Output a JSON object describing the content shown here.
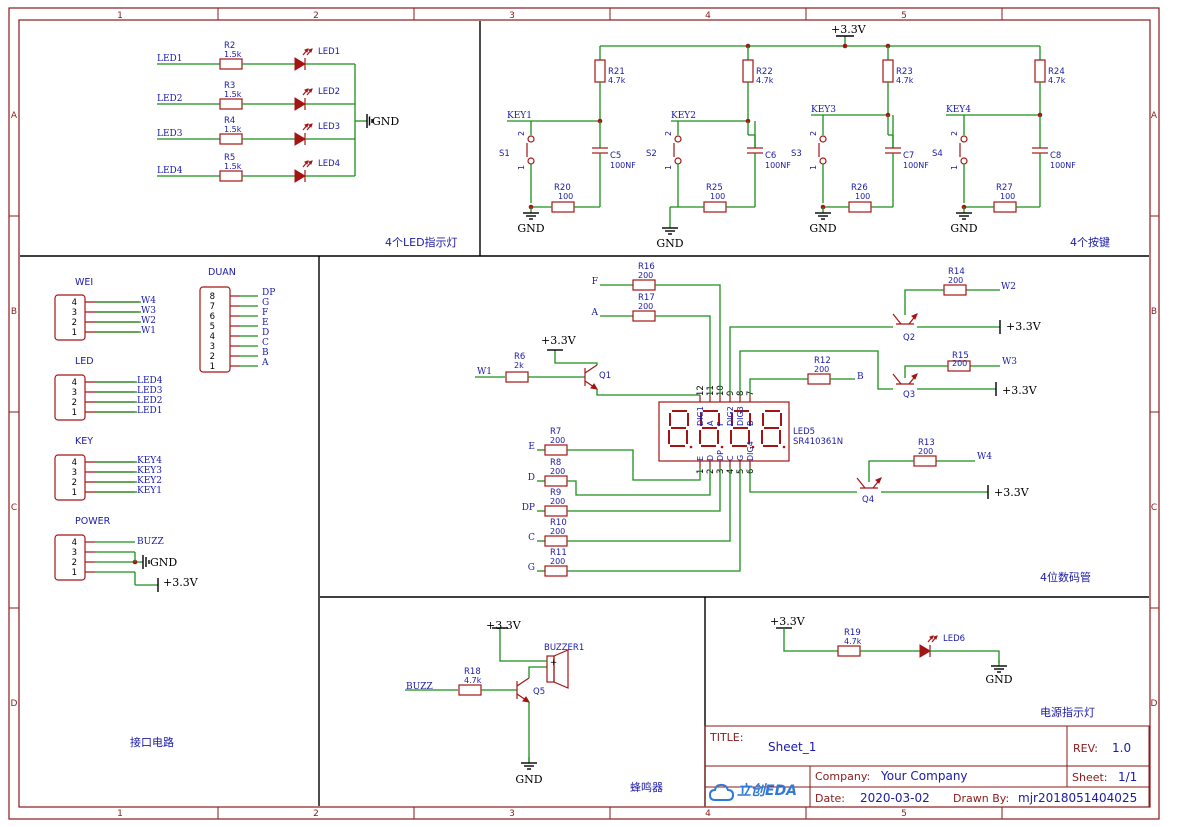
{
  "power": {
    "vcc": "+3.3V",
    "gnd": "GND"
  },
  "zones": {
    "cols": [
      "1",
      "2",
      "3",
      "4",
      "5"
    ],
    "rows": [
      "A",
      "B",
      "C",
      "D"
    ]
  },
  "sections": {
    "led": "4个LED指示灯",
    "keys": "4个按键",
    "display": "4位数码管",
    "interface": "接口电路",
    "buzzer": "蜂鸣器",
    "power_led": "电源指示灯"
  },
  "title_block": {
    "title_label": "TITLE:",
    "title": "Sheet_1",
    "rev_label": "REV:",
    "rev": "1.0",
    "company_label": "Company:",
    "company": "Your Company",
    "sheet_label": "Sheet:",
    "sheet": "1/1",
    "date_label": "Date:",
    "date": "2020-03-02",
    "drawn_label": "Drawn By:",
    "drawn_by": "mjr2018051404025",
    "logo": "立创EDA"
  },
  "led_section": {
    "rows": [
      {
        "net": "LED1",
        "res": "R2",
        "val": "1.5k",
        "led": "LED1"
      },
      {
        "net": "LED2",
        "res": "R3",
        "val": "1.5k",
        "led": "LED2"
      },
      {
        "net": "LED3",
        "res": "R4",
        "val": "1.5k",
        "led": "LED3"
      },
      {
        "net": "LED4",
        "res": "R5",
        "val": "1.5k",
        "led": "LED4"
      }
    ]
  },
  "keys_section": {
    "units": [
      {
        "pull": "R21",
        "pull_val": "4.7k",
        "net": "KEY1",
        "sw": "S1",
        "cap": "C5",
        "cap_val": "100NF",
        "rs": "R20",
        "rs_val": "100"
      },
      {
        "pull": "R22",
        "pull_val": "4.7k",
        "net": "KEY2",
        "sw": "S2",
        "cap": "C6",
        "cap_val": "100NF",
        "rs": "R25",
        "rs_val": "100"
      },
      {
        "pull": "R23",
        "pull_val": "4.7k",
        "net": "KEY3",
        "sw": "S3",
        "cap": "C7",
        "cap_val": "100NF",
        "rs": "R26",
        "rs_val": "100"
      },
      {
        "pull": "R24",
        "pull_val": "4.7k",
        "net": "KEY4",
        "sw": "S4",
        "cap": "C8",
        "cap_val": "100NF",
        "rs": "R27",
        "rs_val": "100"
      }
    ],
    "pin_a": "2",
    "pin_b": "1"
  },
  "interface": {
    "wei": {
      "label": "WEI",
      "pins": [
        "4",
        "3",
        "2",
        "1"
      ],
      "nets": [
        "W4",
        "W3",
        "W2",
        "W1"
      ]
    },
    "led": {
      "label": "LED",
      "pins": [
        "4",
        "3",
        "2",
        "1"
      ],
      "nets": [
        "LED4",
        "LED3",
        "LED2",
        "LED1"
      ]
    },
    "key": {
      "label": "KEY",
      "pins": [
        "4",
        "3",
        "2",
        "1"
      ],
      "nets": [
        "KEY4",
        "KEY3",
        "KEY2",
        "KEY1"
      ]
    },
    "power": {
      "label": "POWER",
      "pins": [
        "4",
        "3",
        "2",
        "1"
      ],
      "nets": [
        "BUZZ",
        "GND",
        "",
        ""
      ]
    },
    "duan": {
      "label": "DUAN",
      "pins": [
        "8",
        "7",
        "6",
        "5",
        "4",
        "3",
        "2",
        "1"
      ],
      "nets": [
        "DP",
        "G",
        "F",
        "E",
        "D",
        "C",
        "B",
        "A"
      ]
    }
  },
  "display": {
    "name": "LED5",
    "part": "SR410361N",
    "top_pins": [
      "12",
      "11",
      "10",
      "9",
      "8",
      "7"
    ],
    "top_labels": [
      "DIG1",
      "A",
      "F",
      "DIG2",
      "DIG3",
      "B"
    ],
    "bot_pins": [
      "1",
      "2",
      "3",
      "4",
      "5",
      "6"
    ],
    "bot_labels": [
      "E",
      "D",
      "DP",
      "C",
      "G",
      "DIG4"
    ],
    "seg_res": [
      {
        "net": "F",
        "res": "R16",
        "val": "200"
      },
      {
        "net": "A",
        "res": "R17",
        "val": "200"
      },
      {
        "net": "B",
        "res": "R12",
        "val": "200"
      },
      {
        "net": "E",
        "res": "R7",
        "val": "200"
      },
      {
        "net": "D",
        "res": "R8",
        "val": "200"
      },
      {
        "net": "DP",
        "res": "R9",
        "val": "200"
      },
      {
        "net": "C",
        "res": "R10",
        "val": "200"
      },
      {
        "net": "G",
        "res": "R11",
        "val": "200"
      }
    ],
    "drivers": [
      {
        "q": "Q1",
        "res": "R6",
        "val": "2k",
        "net": "W1"
      },
      {
        "q": "Q2",
        "res": "R14",
        "val": "200",
        "net": "W2"
      },
      {
        "q": "Q3",
        "res": "R15",
        "val": "200",
        "net": "W3"
      },
      {
        "q": "Q4",
        "res": "R13",
        "val": "200",
        "net": "W4"
      }
    ]
  },
  "buzzer": {
    "net": "BUZZ",
    "res": "R18",
    "val": "4.7k",
    "q": "Q5",
    "part": "BUZZER1",
    "plus": "+"
  },
  "power_led": {
    "res": "R19",
    "val": "4.7k",
    "led": "LED6"
  }
}
